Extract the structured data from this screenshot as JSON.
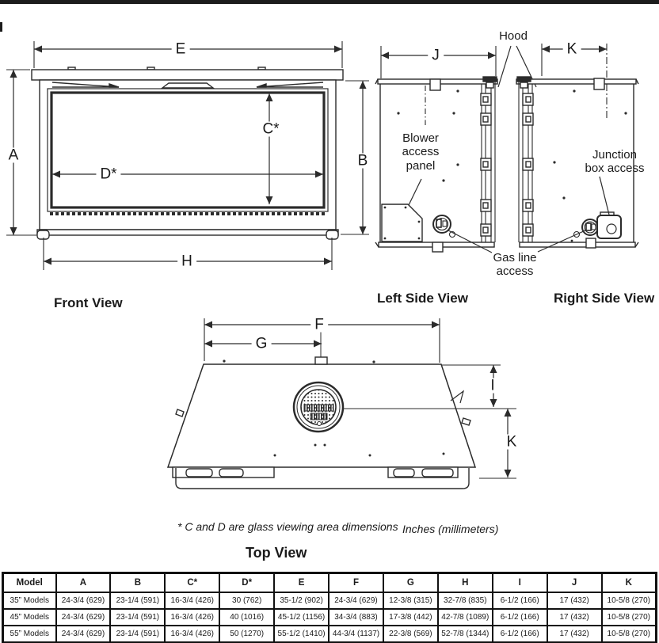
{
  "front": {
    "title": "Front View",
    "e": "E",
    "a": "A",
    "b": "B",
    "c": "C*",
    "d": "D*",
    "h": "H"
  },
  "left_side": {
    "title": "Left Side View",
    "j": "J",
    "blower_line1": "Blower",
    "blower_line2": "access",
    "blower_line3": "panel"
  },
  "right_side": {
    "title": "Right Side View",
    "k": "K",
    "junction_line1": "Junction",
    "junction_line2": "box access"
  },
  "shared": {
    "hood": "Hood",
    "gas_line1": "Gas line",
    "gas_line2": "access"
  },
  "top": {
    "title": "Top View",
    "f": "F",
    "g": "G",
    "i": "I",
    "k": "K",
    "note_glass": "* C and D are glass viewing area dimensions",
    "note_units": "Inches (millimeters)"
  },
  "table": {
    "headers": [
      "Model",
      "A",
      "B",
      "C*",
      "D*",
      "E",
      "F",
      "G",
      "H",
      "I",
      "J",
      "K"
    ],
    "rows": [
      [
        "35” Models",
        "24-3/4 (629)",
        "23-1/4 (591)",
        "16-3/4 (426)",
        "30 (762)",
        "35-1/2 (902)",
        "24-3/4 (629)",
        "12-3/8 (315)",
        "32-7/8 (835)",
        "6-1/2 (166)",
        "17 (432)",
        "10-5/8 (270)"
      ],
      [
        "45” Models",
        "24-3/4 (629)",
        "23-1/4 (591)",
        "16-3/4 (426)",
        "40 (1016)",
        "45-1/2 (1156)",
        "34-3/4 (883)",
        "17-3/8 (442)",
        "42-7/8 (1089)",
        "6-1/2 (166)",
        "17 (432)",
        "10-5/8 (270)"
      ],
      [
        "55” Models",
        "24-3/4 (629)",
        "23-1/4 (591)",
        "16-3/4 (426)",
        "50 (1270)",
        "55-1/2 (1410)",
        "44-3/4 (1137)",
        "22-3/8 (569)",
        "52-7/8 (1344)",
        "6-1/2 (166)",
        "17 (432)",
        "10-5/8 (270)"
      ]
    ]
  },
  "colors": {
    "line": "#2b2b2b",
    "text": "#1a1a1a"
  }
}
